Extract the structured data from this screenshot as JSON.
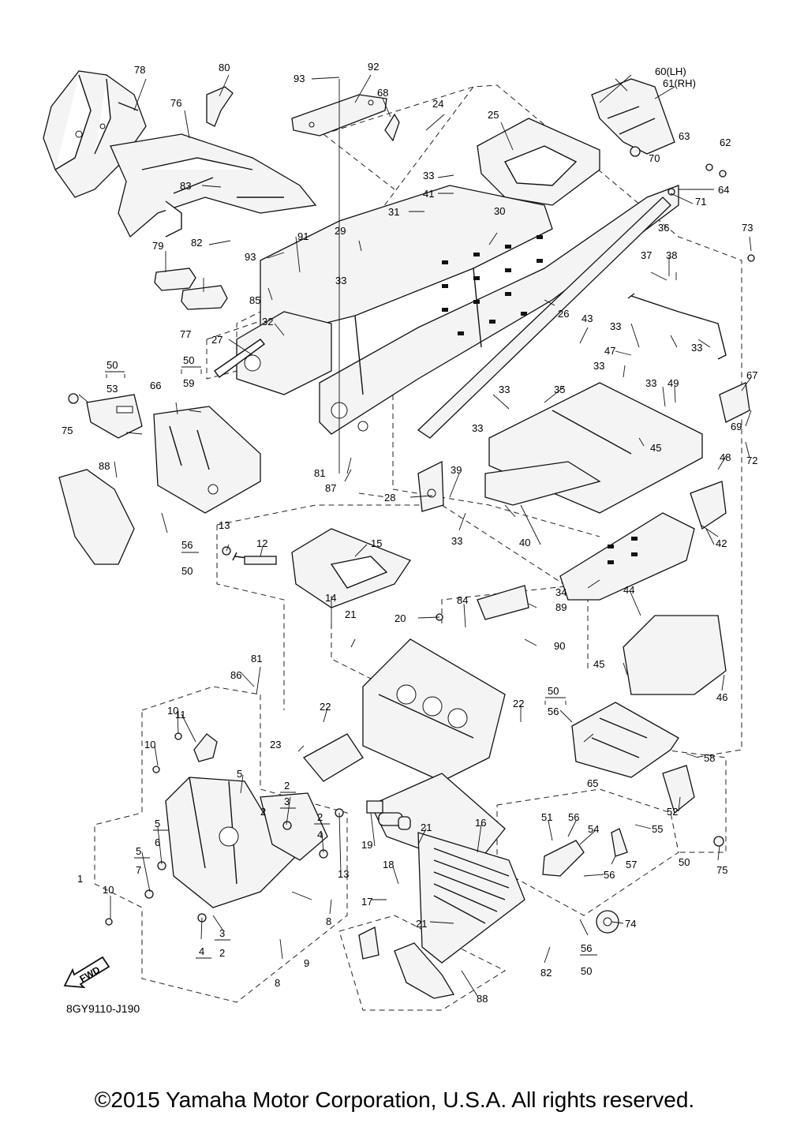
{
  "diagram_code": "8GY9110-J190",
  "copyright": "©2015 Yamaha Motor Corporation, U.S.A. All rights reserved.",
  "fwd_label": "FWD",
  "callouts": {
    "c1": "1",
    "c2a": "2",
    "c2b": "2",
    "c2c": "2",
    "c2d": "2",
    "c3a": "3",
    "c3b": "3",
    "c4a": "4",
    "c4b": "4",
    "c5a": "5",
    "c5b": "5",
    "c5c": "5",
    "c6": "6",
    "c7": "7",
    "c8a": "8",
    "c8b": "8",
    "c9": "9",
    "c10a": "10",
    "c10b": "10",
    "c10c": "10",
    "c11": "11",
    "c12": "12",
    "c13a": "13",
    "c13b": "13",
    "c14": "14",
    "c15": "15",
    "c16": "16",
    "c17": "17",
    "c18": "18",
    "c19": "19",
    "c20": "20",
    "c21a": "21",
    "c21b": "21",
    "c21c": "21",
    "c22a": "22",
    "c22b": "22",
    "c23": "23",
    "c24": "24",
    "c25": "25",
    "c26": "26",
    "c27": "27",
    "c28": "28",
    "c29": "29",
    "c30": "30",
    "c31": "31",
    "c32": "32",
    "c33a": "33",
    "c33b": "33",
    "c33c": "33",
    "c33d": "33",
    "c33e": "33",
    "c33f": "33",
    "c33g": "33",
    "c33h": "33",
    "c33i": "33",
    "c34": "34",
    "c35": "35",
    "c36": "36",
    "c37": "37",
    "c38": "38",
    "c39": "39",
    "c40": "40",
    "c41": "41",
    "c42": "42",
    "c43": "43",
    "c44": "44",
    "c45a": "45",
    "c45b": "45",
    "c46": "46",
    "c47": "47",
    "c48": "48",
    "c49": "49",
    "c50a": "50",
    "c50b": "50",
    "c50c": "50",
    "c50d": "50",
    "c50e": "50",
    "c50f": "50",
    "c51": "51",
    "c52": "52",
    "c53": "53",
    "c54": "54",
    "c55": "55",
    "c56a": "56",
    "c56b": "56",
    "c56c": "56",
    "c56d": "56",
    "c56e": "56",
    "c57": "57",
    "c58": "58",
    "c59": "59",
    "c60": "60(LH)",
    "c61": "61(RH)",
    "c62": "62",
    "c63": "63",
    "c64": "64",
    "c65": "65",
    "c66": "66",
    "c67": "67",
    "c68": "68",
    "c69": "69",
    "c70": "70",
    "c71": "71",
    "c72": "72",
    "c73": "73",
    "c74": "74",
    "c75a": "75",
    "c75b": "75",
    "c76": "76",
    "c77": "77",
    "c78": "78",
    "c79": "79",
    "c80": "80",
    "c81a": "81",
    "c81b": "81",
    "c82a": "82",
    "c82b": "82",
    "c83": "83",
    "c84": "84",
    "c85": "85",
    "c86": "86",
    "c87": "87",
    "c88a": "88",
    "c88b": "88",
    "c89": "89",
    "c90": "90",
    "c91": "91",
    "c92": "92",
    "c93a": "93",
    "c93b": "93"
  }
}
